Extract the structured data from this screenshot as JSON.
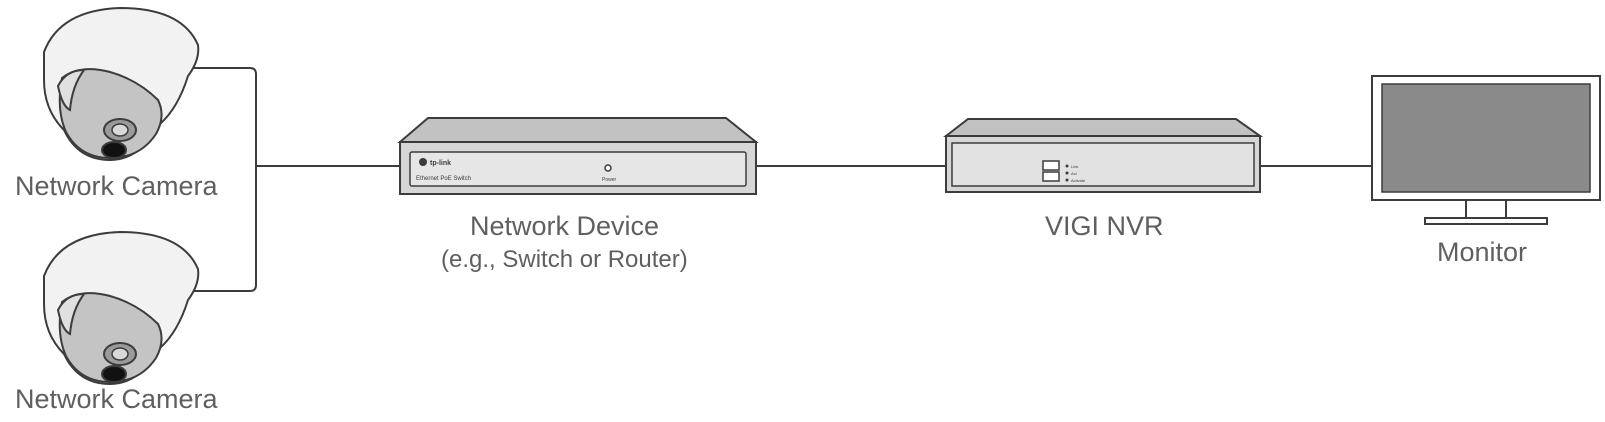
{
  "labels": {
    "camera_top": "Network Camera",
    "camera_bottom": "Network Camera",
    "network_device": "Network Device",
    "network_device_example": "(e.g., Switch or Router)",
    "nvr": "VIGI NVR",
    "monitor": "Monitor"
  },
  "switch_panel": {
    "brand": "tp-link",
    "model": "Ethernet PoE Switch",
    "power_label": "Power"
  },
  "nvr_panel": {
    "indicator_1": "Link",
    "indicator_2": "Act",
    "indicator_3": "Activate"
  },
  "colors": {
    "line": "#3c3c3c",
    "device_body": "#d4d4d4",
    "device_top": "#bfbfbf",
    "device_front": "#e2e2e2",
    "monitor_screen": "#8a8a8a",
    "camera_shell": "#f2f2f2",
    "camera_inner": "#b9b9b9",
    "text": "#5f5f5f"
  }
}
